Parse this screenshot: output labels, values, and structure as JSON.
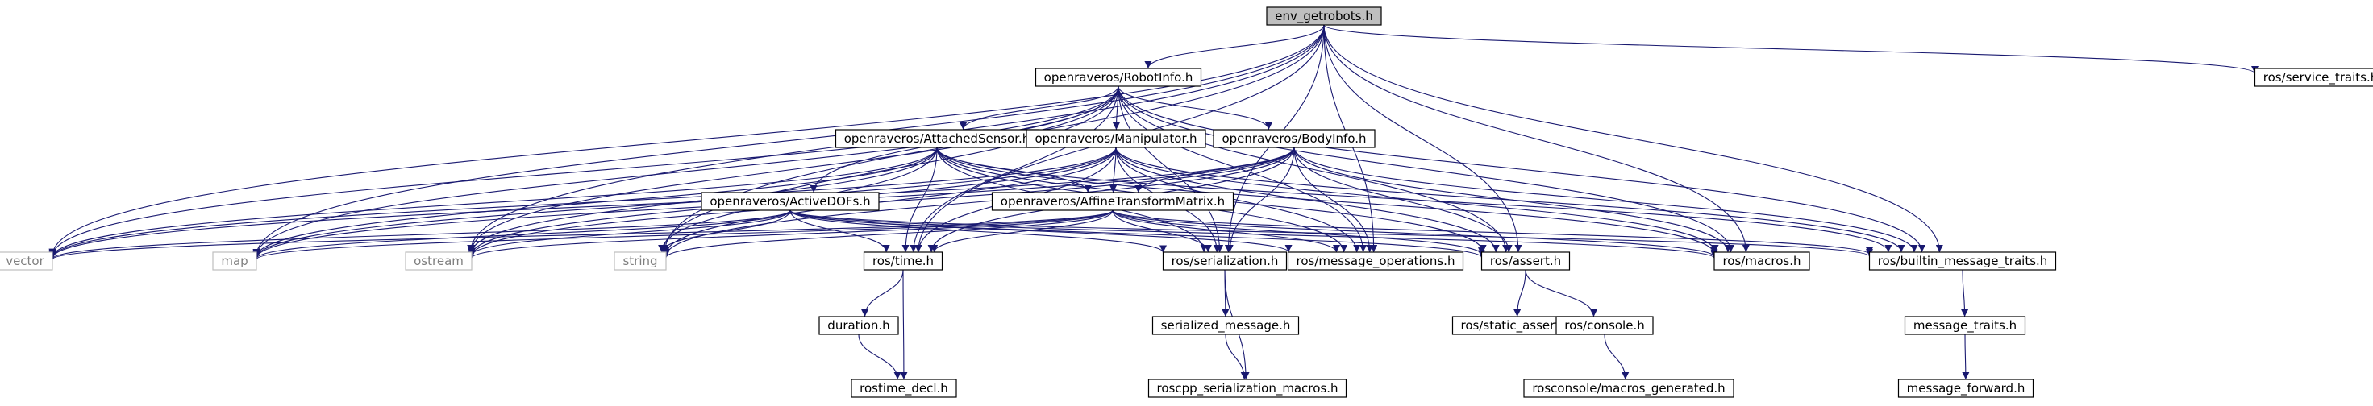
{
  "colors": {
    "edge": "#191970",
    "box_border": "#000000",
    "root_fill": "#bfbfbf",
    "external_border": "#bfbfbf",
    "external_text": "#7f7f7f",
    "text": "#000000"
  },
  "nodes": [
    {
      "id": "root",
      "label": "env_getrobots.h",
      "kind": "root"
    },
    {
      "id": "robotinfo",
      "label": "openraveros/RobotInfo.h",
      "kind": "file"
    },
    {
      "id": "service_traits",
      "label": "ros/service_traits.h",
      "kind": "file"
    },
    {
      "id": "attachedsensor",
      "label": "openraveros/AttachedSensor.h",
      "kind": "file"
    },
    {
      "id": "manipulator",
      "label": "openraveros/Manipulator.h",
      "kind": "file"
    },
    {
      "id": "bodyinfo",
      "label": "openraveros/BodyInfo.h",
      "kind": "file"
    },
    {
      "id": "activedofs",
      "label": "openraveros/ActiveDOFs.h",
      "kind": "file"
    },
    {
      "id": "affine",
      "label": "openraveros/AffineTransformMatrix.h",
      "kind": "file"
    },
    {
      "id": "vector",
      "label": "vector",
      "kind": "external"
    },
    {
      "id": "map",
      "label": "map",
      "kind": "external"
    },
    {
      "id": "ostream",
      "label": "ostream",
      "kind": "external"
    },
    {
      "id": "string",
      "label": "string",
      "kind": "external"
    },
    {
      "id": "ros_time",
      "label": "ros/time.h",
      "kind": "file"
    },
    {
      "id": "serialization",
      "label": "ros/serialization.h",
      "kind": "file"
    },
    {
      "id": "msg_ops",
      "label": "ros/message_operations.h",
      "kind": "file"
    },
    {
      "id": "ros_assert",
      "label": "ros/assert.h",
      "kind": "file"
    },
    {
      "id": "ros_macros",
      "label": "ros/macros.h",
      "kind": "file"
    },
    {
      "id": "builtin_traits",
      "label": "ros/builtin_message_traits.h",
      "kind": "file"
    },
    {
      "id": "duration",
      "label": "duration.h",
      "kind": "file"
    },
    {
      "id": "rostime_decl",
      "label": "rostime_decl.h",
      "kind": "file"
    },
    {
      "id": "serialized_msg",
      "label": "serialized_message.h",
      "kind": "file"
    },
    {
      "id": "roscpp_macros",
      "label": "roscpp_serialization_macros.h",
      "kind": "file"
    },
    {
      "id": "static_assert",
      "label": "ros/static_assert.h",
      "kind": "file"
    },
    {
      "id": "ros_console",
      "label": "ros/console.h",
      "kind": "file"
    },
    {
      "id": "rosconsole_macros",
      "label": "rosconsole/macros_generated.h",
      "kind": "file"
    },
    {
      "id": "message_traits",
      "label": "message_traits.h",
      "kind": "file"
    },
    {
      "id": "message_forward",
      "label": "message_forward.h",
      "kind": "file"
    }
  ],
  "edges": [
    [
      "root",
      "robotinfo"
    ],
    [
      "root",
      "service_traits"
    ],
    [
      "root",
      "vector"
    ],
    [
      "root",
      "map"
    ],
    [
      "root",
      "ostream"
    ],
    [
      "root",
      "string"
    ],
    [
      "root",
      "ros_time"
    ],
    [
      "root",
      "serialization"
    ],
    [
      "root",
      "msg_ops"
    ],
    [
      "root",
      "ros_assert"
    ],
    [
      "root",
      "ros_macros"
    ],
    [
      "root",
      "builtin_traits"
    ],
    [
      "robotinfo",
      "attachedsensor"
    ],
    [
      "robotinfo",
      "manipulator"
    ],
    [
      "robotinfo",
      "bodyinfo"
    ],
    [
      "robotinfo",
      "activedofs"
    ],
    [
      "robotinfo",
      "vector"
    ],
    [
      "robotinfo",
      "map"
    ],
    [
      "robotinfo",
      "ostream"
    ],
    [
      "robotinfo",
      "string"
    ],
    [
      "robotinfo",
      "ros_time"
    ],
    [
      "robotinfo",
      "serialization"
    ],
    [
      "robotinfo",
      "msg_ops"
    ],
    [
      "robotinfo",
      "ros_assert"
    ],
    [
      "robotinfo",
      "ros_macros"
    ],
    [
      "robotinfo",
      "builtin_traits"
    ],
    [
      "attachedsensor",
      "affine"
    ],
    [
      "attachedsensor",
      "vector"
    ],
    [
      "attachedsensor",
      "map"
    ],
    [
      "attachedsensor",
      "ostream"
    ],
    [
      "attachedsensor",
      "string"
    ],
    [
      "attachedsensor",
      "ros_time"
    ],
    [
      "attachedsensor",
      "serialization"
    ],
    [
      "attachedsensor",
      "msg_ops"
    ],
    [
      "attachedsensor",
      "ros_assert"
    ],
    [
      "attachedsensor",
      "ros_macros"
    ],
    [
      "attachedsensor",
      "builtin_traits"
    ],
    [
      "manipulator",
      "affine"
    ],
    [
      "manipulator",
      "vector"
    ],
    [
      "manipulator",
      "map"
    ],
    [
      "manipulator",
      "ostream"
    ],
    [
      "manipulator",
      "string"
    ],
    [
      "manipulator",
      "ros_time"
    ],
    [
      "manipulator",
      "serialization"
    ],
    [
      "manipulator",
      "msg_ops"
    ],
    [
      "manipulator",
      "ros_assert"
    ],
    [
      "manipulator",
      "ros_macros"
    ],
    [
      "manipulator",
      "builtin_traits"
    ],
    [
      "bodyinfo",
      "affine"
    ],
    [
      "bodyinfo",
      "vector"
    ],
    [
      "bodyinfo",
      "map"
    ],
    [
      "bodyinfo",
      "ostream"
    ],
    [
      "bodyinfo",
      "string"
    ],
    [
      "bodyinfo",
      "ros_time"
    ],
    [
      "bodyinfo",
      "serialization"
    ],
    [
      "bodyinfo",
      "msg_ops"
    ],
    [
      "bodyinfo",
      "ros_assert"
    ],
    [
      "bodyinfo",
      "ros_macros"
    ],
    [
      "bodyinfo",
      "builtin_traits"
    ],
    [
      "activedofs",
      "vector"
    ],
    [
      "activedofs",
      "map"
    ],
    [
      "activedofs",
      "ostream"
    ],
    [
      "activedofs",
      "string"
    ],
    [
      "activedofs",
      "ros_time"
    ],
    [
      "activedofs",
      "serialization"
    ],
    [
      "activedofs",
      "msg_ops"
    ],
    [
      "activedofs",
      "ros_assert"
    ],
    [
      "activedofs",
      "ros_macros"
    ],
    [
      "activedofs",
      "builtin_traits"
    ],
    [
      "affine",
      "vector"
    ],
    [
      "affine",
      "map"
    ],
    [
      "affine",
      "ostream"
    ],
    [
      "affine",
      "string"
    ],
    [
      "affine",
      "ros_time"
    ],
    [
      "affine",
      "serialization"
    ],
    [
      "affine",
      "msg_ops"
    ],
    [
      "affine",
      "ros_assert"
    ],
    [
      "affine",
      "ros_macros"
    ],
    [
      "affine",
      "builtin_traits"
    ],
    [
      "ros_time",
      "duration"
    ],
    [
      "ros_time",
      "rostime_decl"
    ],
    [
      "duration",
      "rostime_decl"
    ],
    [
      "serialization",
      "serialized_msg"
    ],
    [
      "serialization",
      "roscpp_macros"
    ],
    [
      "serialized_msg",
      "roscpp_macros"
    ],
    [
      "ros_assert",
      "static_assert"
    ],
    [
      "ros_assert",
      "ros_console"
    ],
    [
      "ros_console",
      "rosconsole_macros"
    ],
    [
      "builtin_traits",
      "message_traits"
    ],
    [
      "message_traits",
      "message_forward"
    ]
  ]
}
